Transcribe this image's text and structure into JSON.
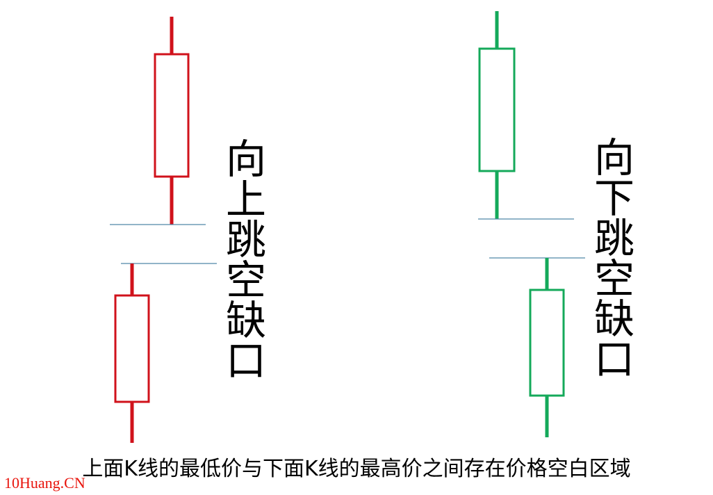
{
  "labels": {
    "gap_up": "向上跳空缺口",
    "gap_down": "向下跳空缺口"
  },
  "caption": "上面K线的最低价与下面K线的最高价之间存在价格空白区域",
  "watermark": "10Huang.CN",
  "colors": {
    "bullish": "#d0121b",
    "bearish": "#14a95a",
    "gap_line": "#4f86a8",
    "text": "#000000",
    "watermark": "#e8140c"
  },
  "candles": [
    {
      "group": "gap-up",
      "position": "upper",
      "color": "bullish"
    },
    {
      "group": "gap-up",
      "position": "lower",
      "color": "bullish"
    },
    {
      "group": "gap-down",
      "position": "upper",
      "color": "bearish"
    },
    {
      "group": "gap-down",
      "position": "lower",
      "color": "bearish"
    }
  ]
}
